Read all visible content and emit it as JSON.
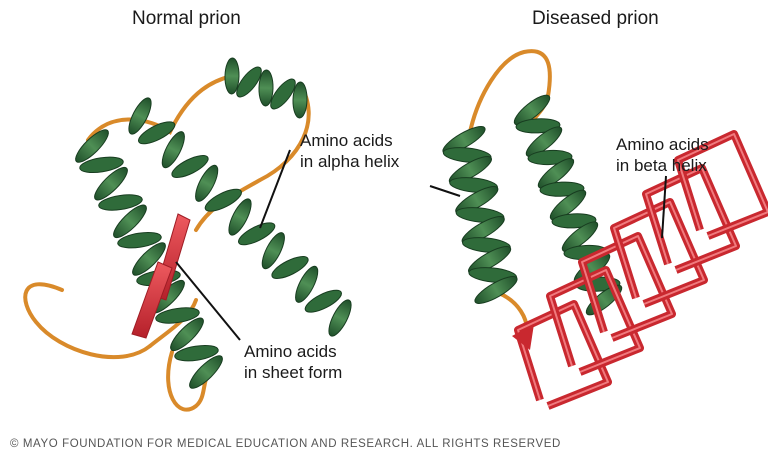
{
  "panels": {
    "normal": {
      "title": "Normal prion",
      "label_alpha_line1": "Amino acids",
      "label_alpha_line2": "in alpha helix",
      "label_sheet_line1": "Amino acids",
      "label_sheet_line2": "in sheet form"
    },
    "diseased": {
      "title": "Diseased prion",
      "label_beta_line1": "Amino acids",
      "label_beta_line2": "in beta helix"
    }
  },
  "footer": "© MAYO FOUNDATION FOR MEDICAL EDUCATION AND RESEARCH. ALL RIGHTS RESERVED",
  "colors": {
    "helix_green": "#2f6b3a",
    "loop_orange": "#d98a2a",
    "sheet_red": "#d8323a"
  }
}
